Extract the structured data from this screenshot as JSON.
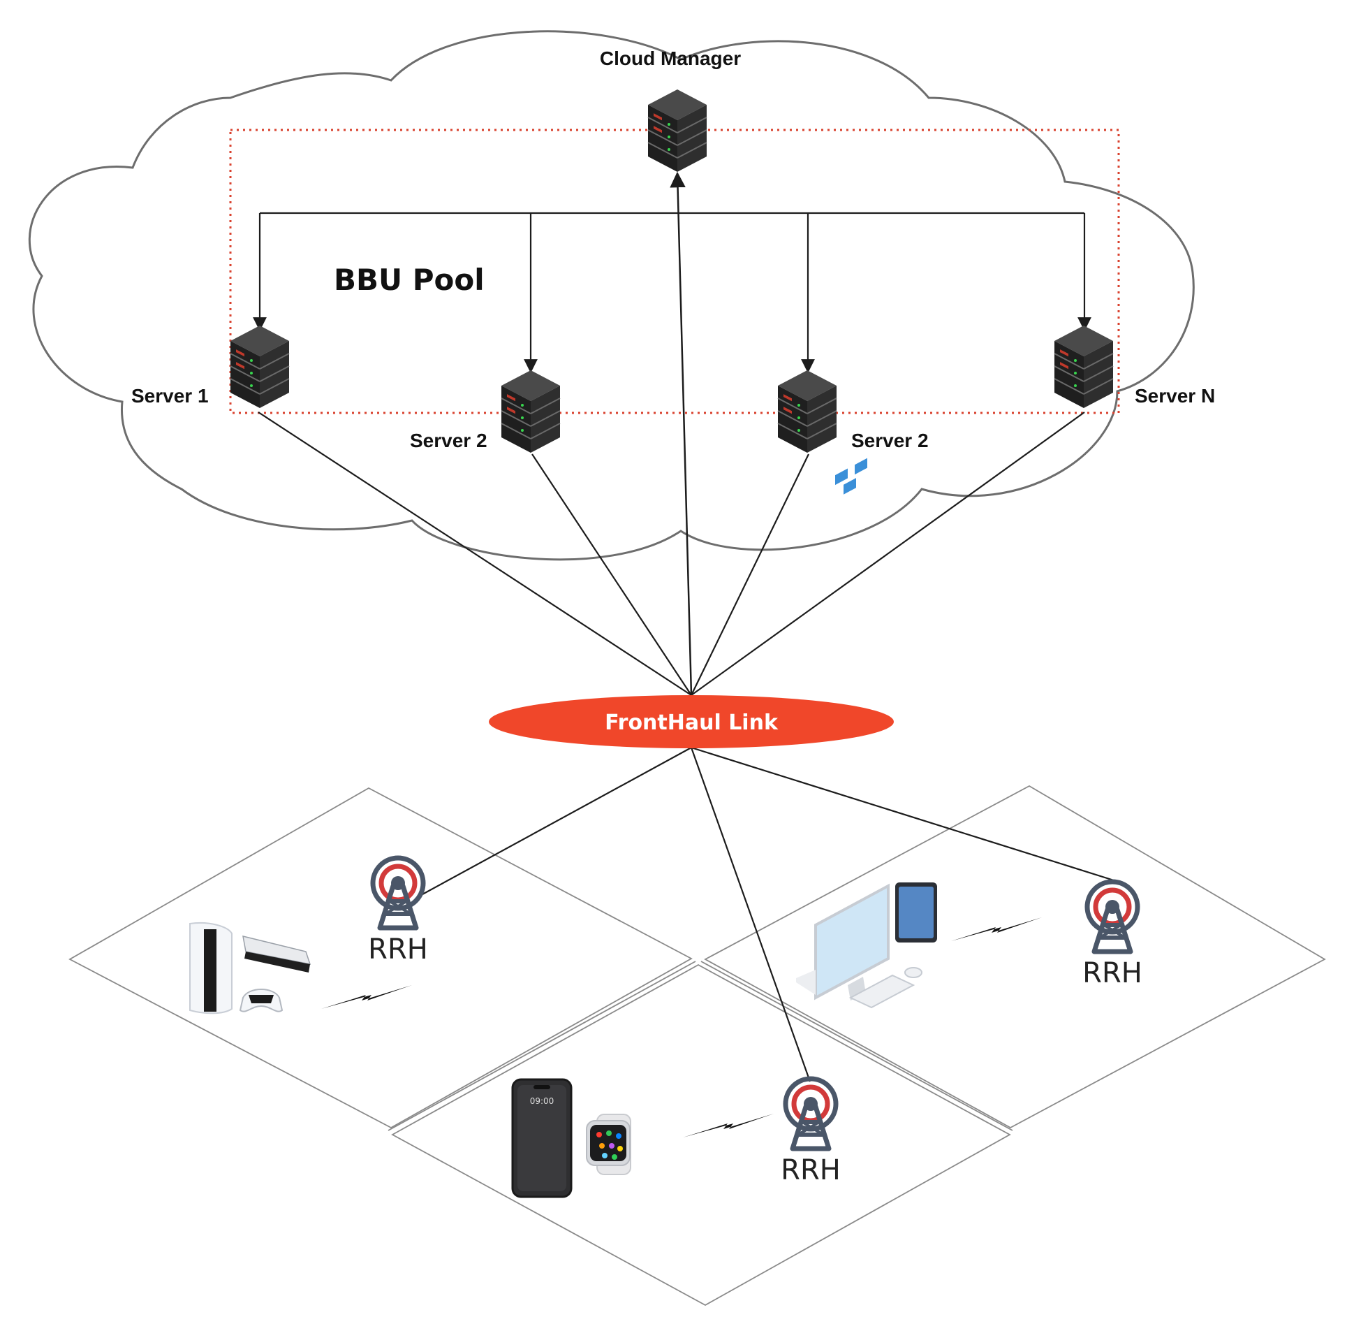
{
  "cloud": {
    "manager_label": "Cloud Manager",
    "pool_label": "BBU Pool"
  },
  "servers": [
    {
      "label": "Server 1"
    },
    {
      "label": "Server 2"
    },
    {
      "label": "Server 2"
    },
    {
      "label": "Server N"
    }
  ],
  "fronthaul": {
    "label": "FrontHaul Link"
  },
  "rrh": [
    {
      "label": "RRH"
    },
    {
      "label": "RRH"
    },
    {
      "label": "RRH"
    }
  ],
  "devices": {
    "phone_time": "09:00"
  },
  "icons": [
    "server-icon",
    "cell-tower-icon",
    "lightning-icon",
    "game-console-icon",
    "gamepad-icon",
    "desktop-monitor-icon",
    "tablet-icon",
    "keyboard-icon",
    "mouse-icon",
    "smartphone-icon",
    "smartwatch-icon"
  ],
  "colors": {
    "fronthaul_fill": "#F0472A",
    "pool_border": "#D9412E",
    "tower_ring": "#D23A3A",
    "tower_body": "#4A5668",
    "line": "#1c1c1c"
  }
}
